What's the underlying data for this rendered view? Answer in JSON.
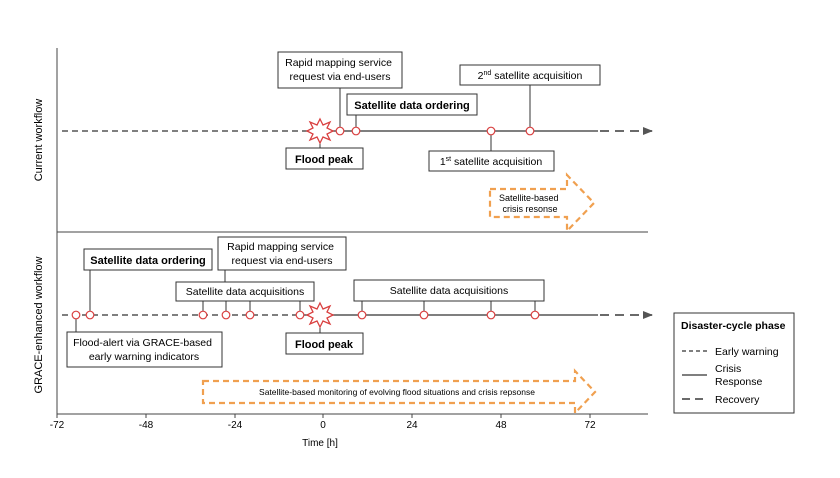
{
  "panels": {
    "current_label": "Current workflow",
    "grace_label": "GRACE-enhanced workflow"
  },
  "x_axis": {
    "label": "Time [h]",
    "ticks": [
      "-72",
      "-48",
      "-24",
      "0",
      "24",
      "48",
      "72"
    ]
  },
  "current_workflow": {
    "rapid_mapping": "Rapid mapping service request via end-users",
    "satellite_ordering": "Satellite data ordering",
    "second_acq_prefix": "2",
    "second_acq_sup": "nd",
    "second_acq_rest": " satellite acquisition",
    "first_acq_prefix": "1",
    "first_acq_sup": "st",
    "first_acq_rest": " satellite acquisition",
    "flood_peak": "Flood peak",
    "crisis_arrow": "Satellite-based crisis resonse"
  },
  "grace_workflow": {
    "satellite_ordering": "Satellite data ordering",
    "rapid_mapping": "Rapid mapping service request via end-users",
    "acquisitions_before": "Satellite data acquisitions",
    "acquisitions_after": "Satellite data acquisitions",
    "flood_alert": "Flood-alert via GRACE-based early warning indicators",
    "flood_peak": "Flood peak",
    "monitoring_arrow": "Satellite-based monitoring of evolving flood situations and crisis repsonse"
  },
  "legend": {
    "title": "Disaster-cycle phase",
    "items": [
      "Early warning",
      "Crisis Response",
      "Recovery"
    ]
  },
  "colors": {
    "line": "#555555",
    "event_marker": "#d94040",
    "orange": "#f0a050"
  }
}
